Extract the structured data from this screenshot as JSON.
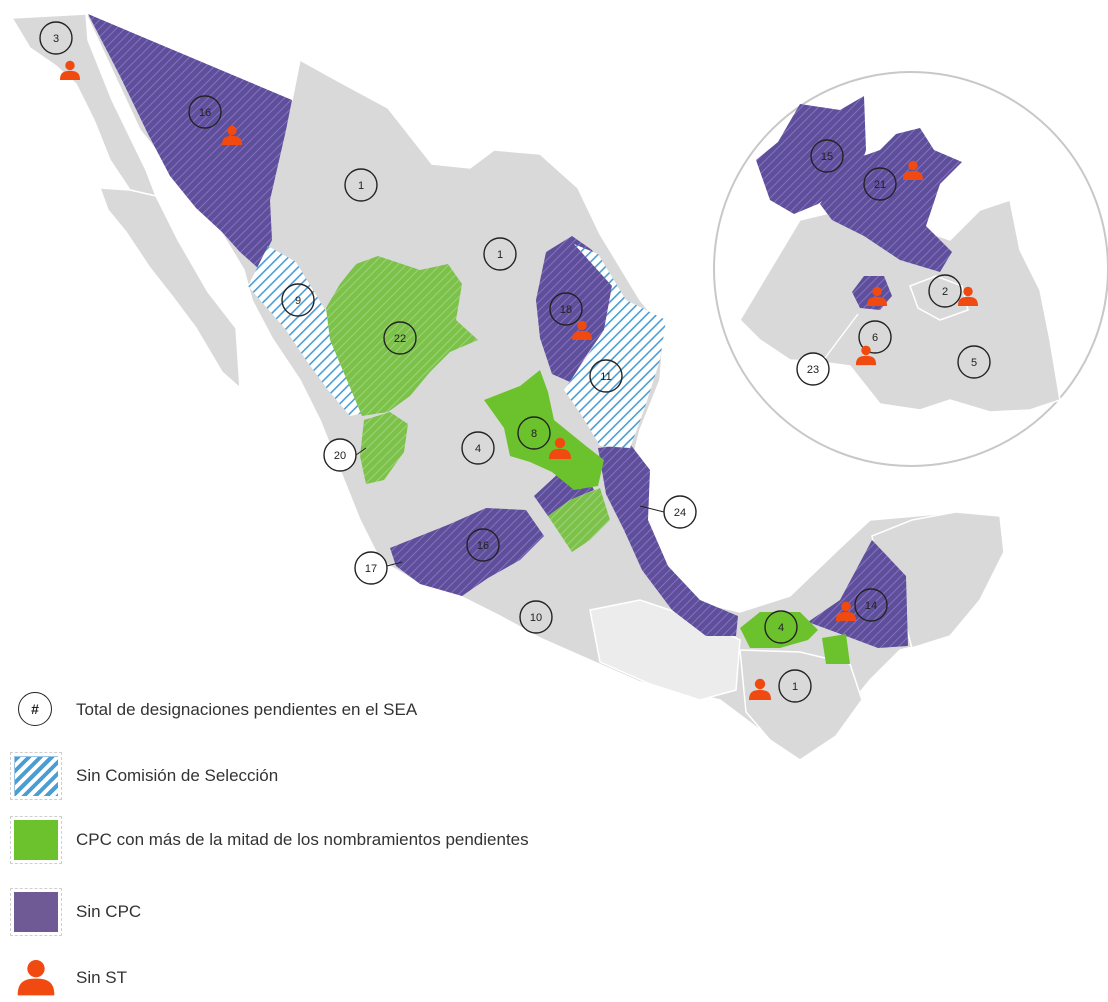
{
  "legend": {
    "total_symbol": "#",
    "total_label": "Total de designaciones pendientes en el SEA",
    "no_commission_label": "Sin Comisión de Selección",
    "cpc_half_label": "CPC con más de la mitad de los nombramientos pendientes",
    "no_cpc_label": "Sin CPC",
    "no_st_label": "Sin ST"
  },
  "colors": {
    "land": "#d9d9d9",
    "land_light": "#ececec",
    "no_cpc": "#5d4f99",
    "hatch_blue": "#4a9ed4",
    "green": "#6cc22c",
    "green_hatch": "#8fc95a",
    "person": "#f04a10"
  },
  "badges": [
    {
      "id": "baja-california",
      "value": "3",
      "no_st": true
    },
    {
      "id": "sonora",
      "value": "16",
      "no_st": true
    },
    {
      "id": "chihuahua",
      "value": "1",
      "no_st": false
    },
    {
      "id": "coahuila",
      "value": "1",
      "no_st": false
    },
    {
      "id": "sinaloa",
      "value": "9",
      "no_st": false
    },
    {
      "id": "durango",
      "value": "22",
      "no_st": false
    },
    {
      "id": "nuevo-leon",
      "value": "18",
      "no_st": true
    },
    {
      "id": "tamaulipas",
      "value": "11",
      "no_st": false
    },
    {
      "id": "san-luis-potosi",
      "value": "8",
      "no_st": true
    },
    {
      "id": "zacatecas",
      "value": "4",
      "no_st": false
    },
    {
      "id": "nayarit",
      "value": "20",
      "no_st": false
    },
    {
      "id": "veracruz",
      "value": "24",
      "no_st": false
    },
    {
      "id": "michoacan",
      "value": "16",
      "no_st": false
    },
    {
      "id": "colima",
      "value": "17",
      "no_st": false
    },
    {
      "id": "guerrero",
      "value": "10",
      "no_st": false
    },
    {
      "id": "tabasco",
      "value": "4",
      "no_st": false
    },
    {
      "id": "campeche",
      "value": "14",
      "no_st": true
    },
    {
      "id": "chiapas",
      "value": "1",
      "no_st": true
    },
    {
      "id": "inset-queretaro",
      "value": "15",
      "no_st": false
    },
    {
      "id": "inset-hidalgo",
      "value": "21",
      "no_st": true
    },
    {
      "id": "inset-tlaxcala",
      "value": "2",
      "no_st": true
    },
    {
      "id": "inset-cdmx",
      "value": "6",
      "no_st": true
    },
    {
      "id": "inset-morelos",
      "value": "23",
      "no_st": false
    },
    {
      "id": "inset-puebla",
      "value": "5",
      "no_st": false
    },
    {
      "id": "inset-edomex",
      "value": "",
      "no_st": true
    }
  ]
}
